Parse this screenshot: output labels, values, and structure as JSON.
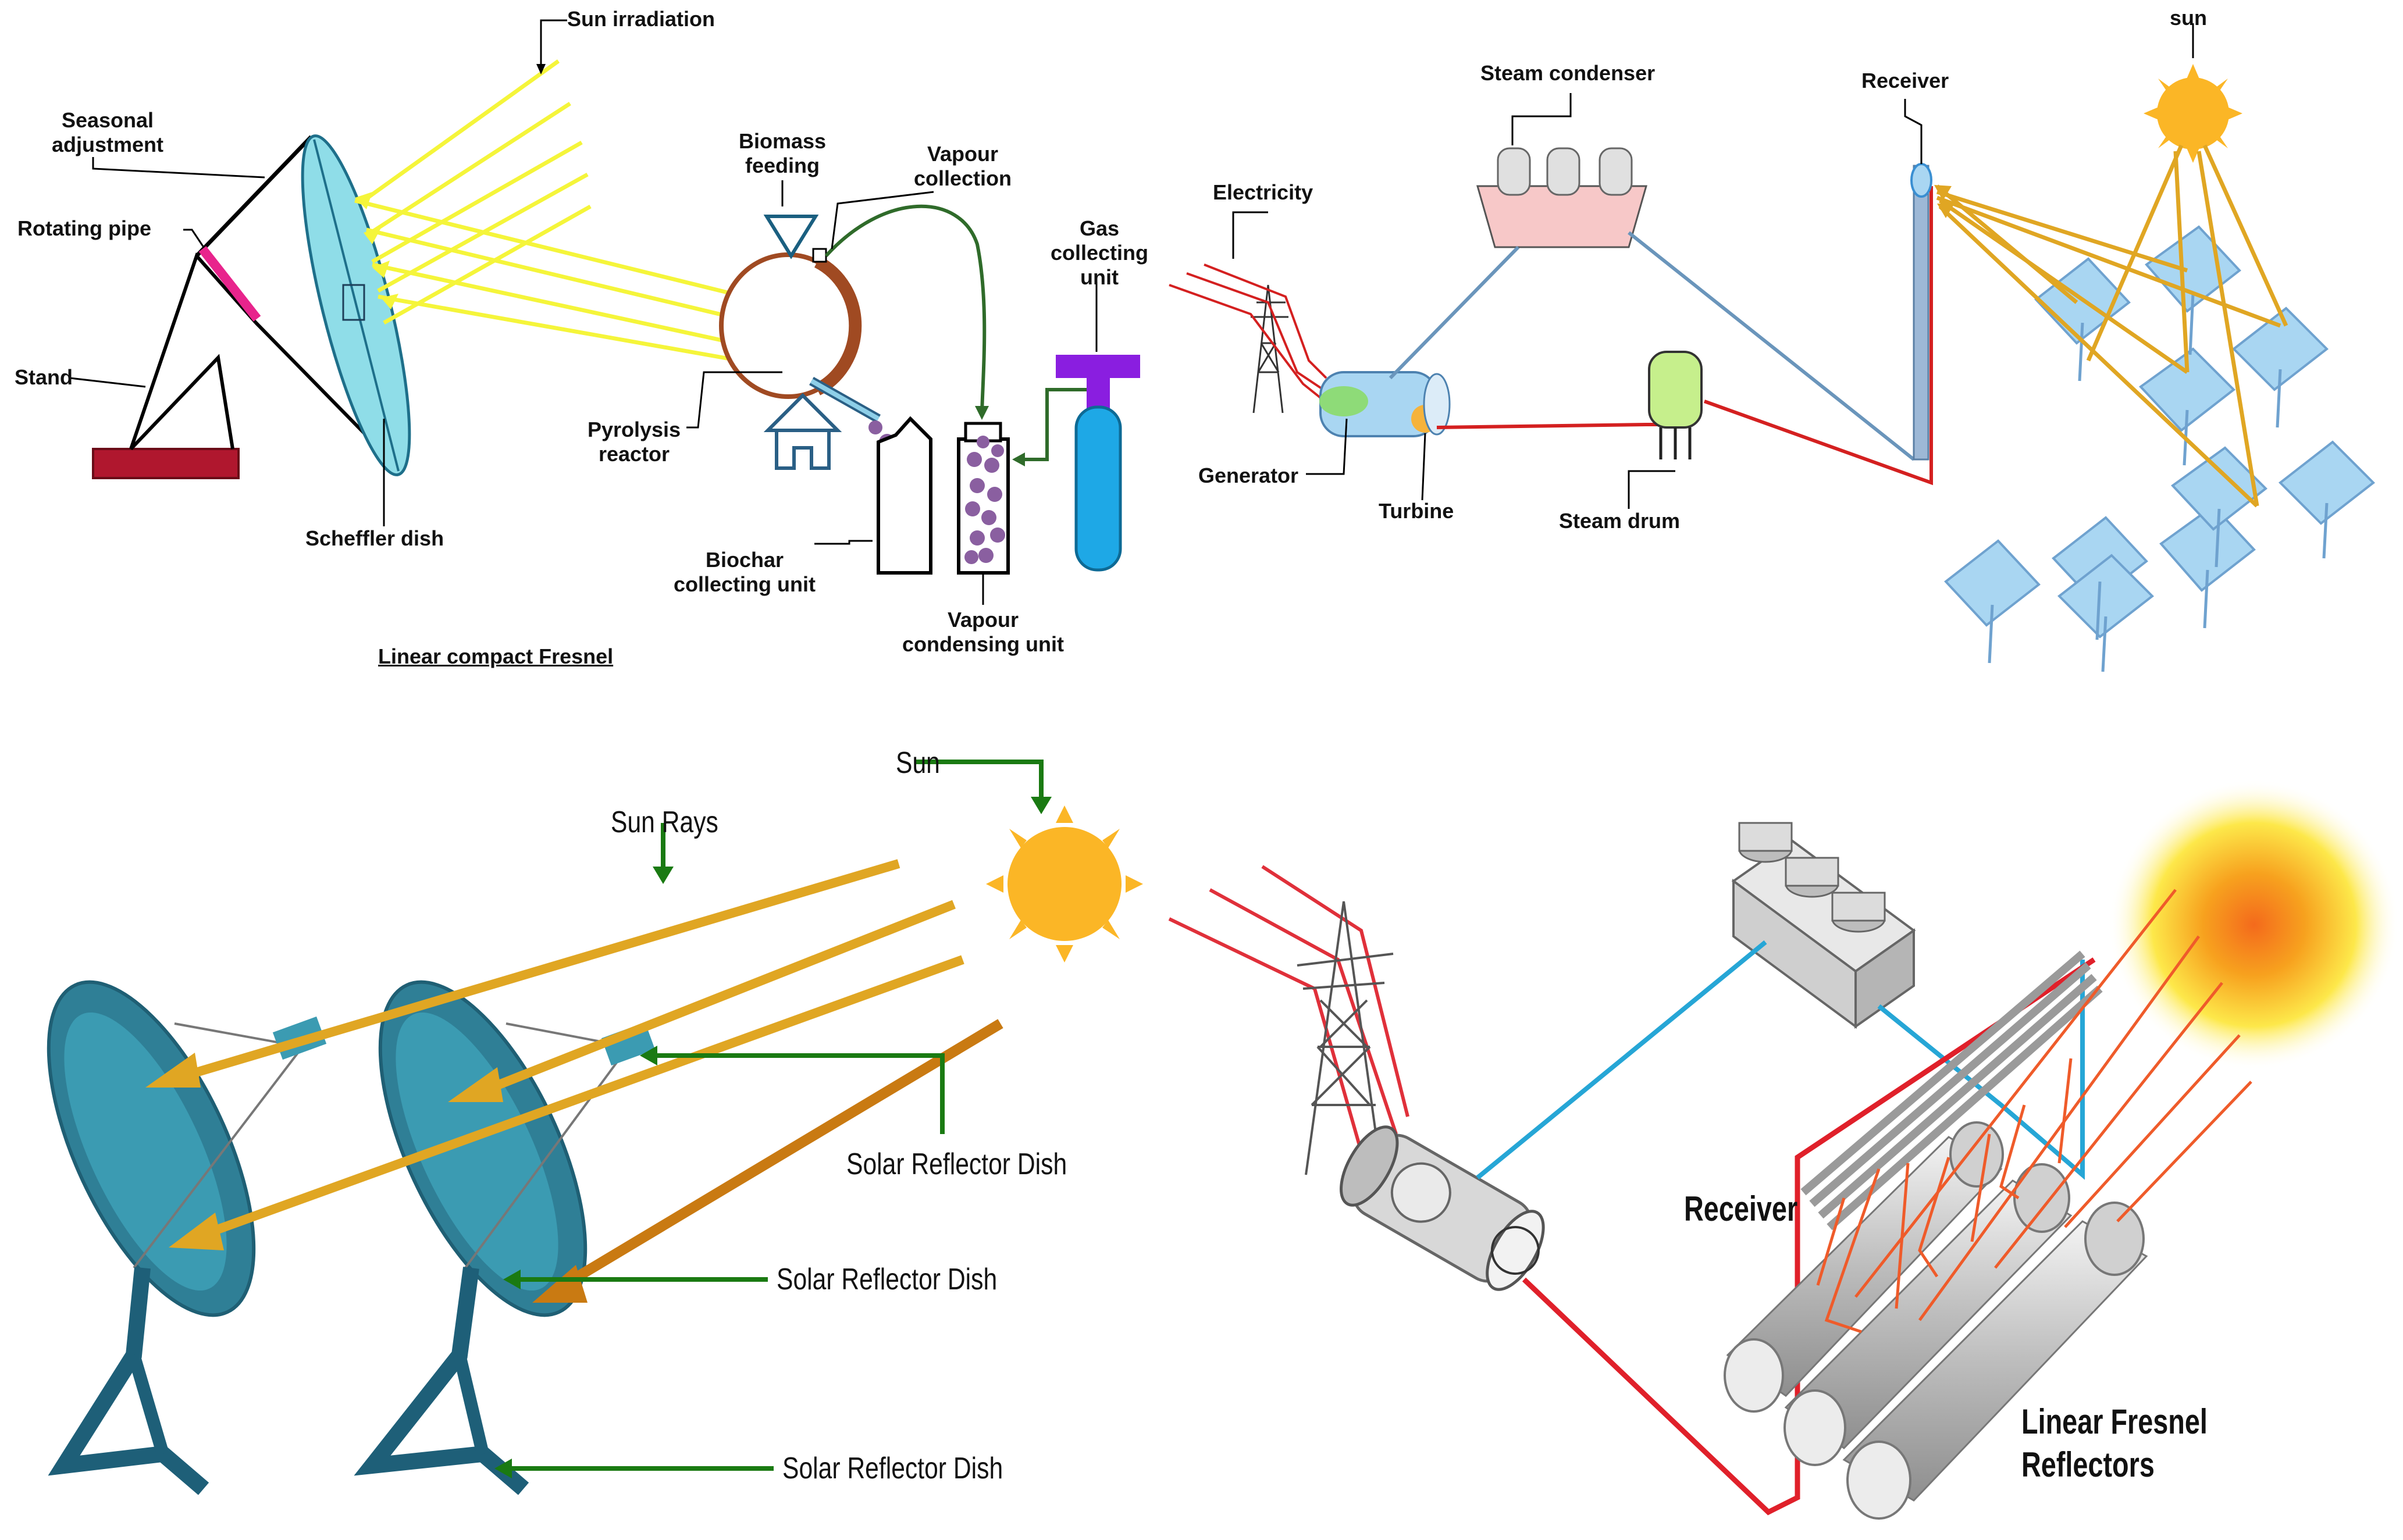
{
  "panels": {
    "scheffler": {
      "labels": {
        "sun_irradiation": "Sun irradiation",
        "seasonal_adjustment_1": "Seasonal",
        "seasonal_adjustment_2": "adjustment",
        "rotating_pipe": "Rotating pipe",
        "stand": "Stand",
        "scheffler_dish": "Scheffler dish",
        "caption": "Linear compact Fresnel"
      }
    },
    "pyrolysis": {
      "labels": {
        "biomass_feeding_1": "Biomass",
        "biomass_feeding_2": "feeding",
        "vapour_collection_1": "Vapour",
        "vapour_collection_2": "collection",
        "gas_collecting_1": "Gas",
        "gas_collecting_2": "collecting",
        "gas_collecting_3": "unit",
        "pyrolysis_reactor_1": "Pyrolysis",
        "pyrolysis_reactor_2": "reactor",
        "biochar_1": "Biochar",
        "biochar_2": "collecting unit",
        "vapour_condensing_1": "Vapour",
        "vapour_condensing_2": "condensing unit"
      }
    },
    "tower_plant": {
      "labels": {
        "electricity": "Electricity",
        "steam_condenser": "Steam condenser",
        "receiver": "Receiver",
        "sun": "sun",
        "generator": "Generator",
        "turbine": "Turbine",
        "steam_drum": "Steam drum"
      }
    },
    "dish_array": {
      "labels": {
        "sun": "Sun",
        "sun_rays": "Sun Rays",
        "solar_reflector_dish_1": "Solar Reflector Dish",
        "solar_reflector_dish_2": "Solar Reflector Dish",
        "solar_reflector_dish_3": "Solar Reflector Dish"
      }
    },
    "fresnel_plant": {
      "labels": {
        "receiver": "Receiver",
        "linear_fresnel_1": "Linear Fresnel",
        "linear_fresnel_2": "Reflectors"
      }
    }
  },
  "colors": {
    "sun_ray_yellow": "#f5f53a",
    "sun_ray_gold": "#e0a623",
    "ray_orange": "#c97a12",
    "pointer_green": "#1a7a12",
    "dish_cyan": "#8fdde8",
    "dish_teal": "#2f7f96",
    "hot_line": "#d42020",
    "cold_line": "#6a95bb",
    "water_blue": "#26a6d6",
    "mirror_blue": "#a9d6f2",
    "stand_red": "#b0172e",
    "pipe_magenta": "#e8248c",
    "reactor_brown": "#a04a22",
    "condenser_pink": "#f7c8c8",
    "drum_green": "#c6ef8c",
    "gas_purple": "#8a1ee0",
    "gas_cylinder": "#1ea8e6"
  }
}
